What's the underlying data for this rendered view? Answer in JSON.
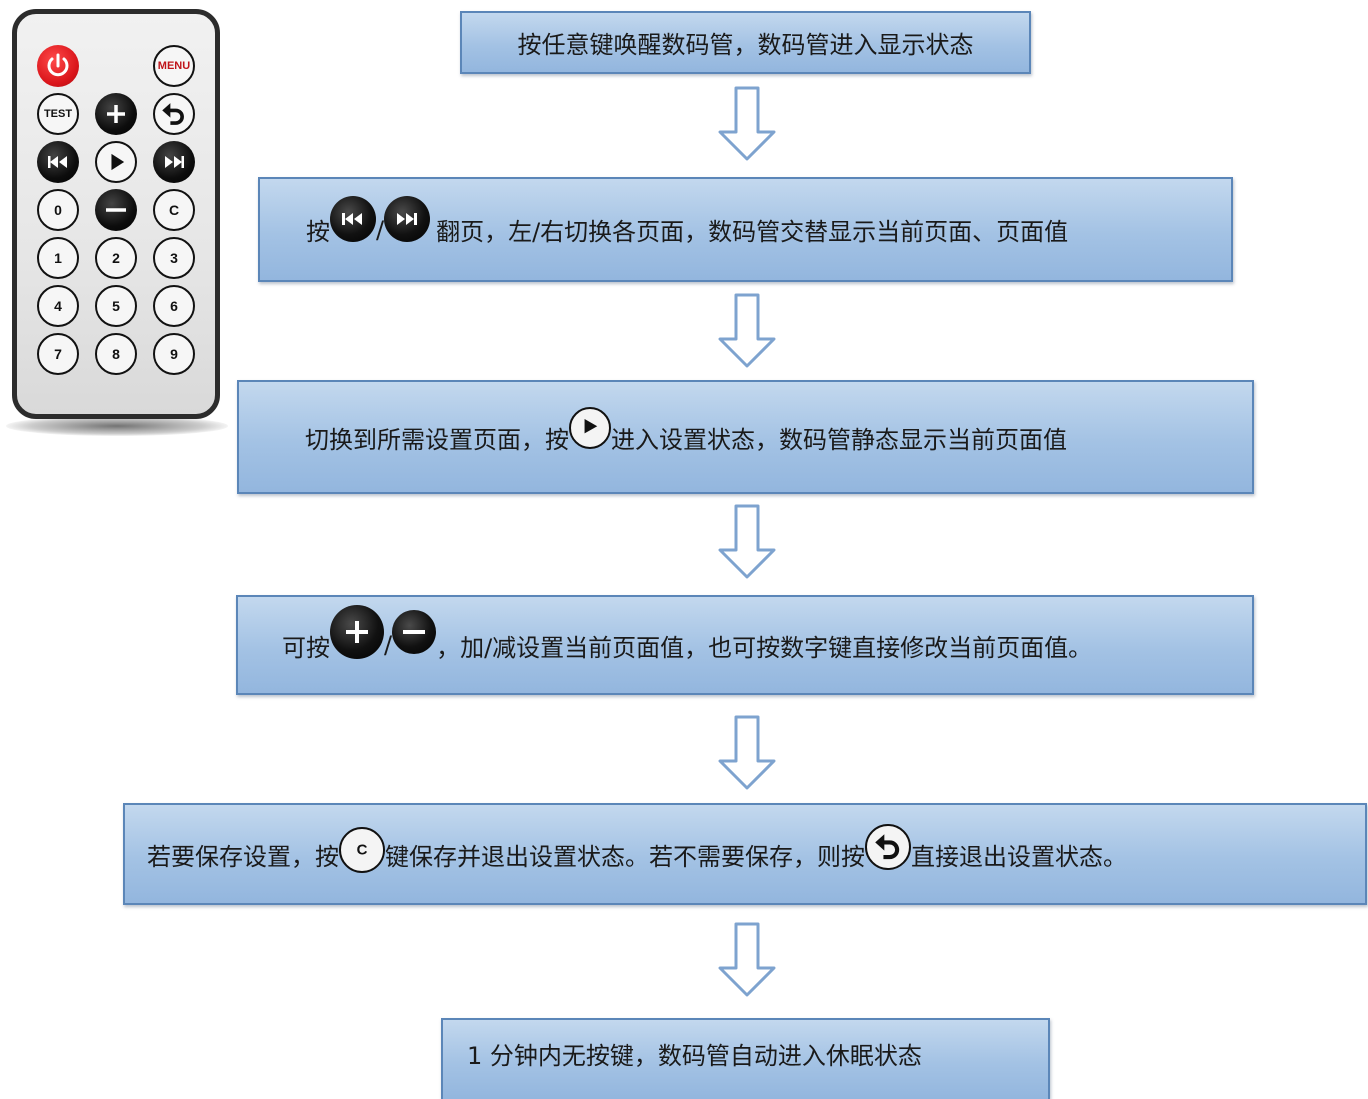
{
  "remote": {
    "buttons": [
      {
        "id": "power",
        "icon": "power-icon"
      },
      {
        "id": "menu",
        "label": "MENU"
      },
      {
        "id": "test",
        "label": "TEST"
      },
      {
        "id": "plus",
        "icon": "plus-icon"
      },
      {
        "id": "back",
        "icon": "return-arrow-icon"
      },
      {
        "id": "prev",
        "icon": "previous-page-icon"
      },
      {
        "id": "play",
        "icon": "play-icon"
      },
      {
        "id": "next",
        "icon": "next-page-icon"
      },
      {
        "id": "zero",
        "label": "0"
      },
      {
        "id": "minus",
        "icon": "minus-icon"
      },
      {
        "id": "c",
        "label": "C"
      },
      {
        "id": "one",
        "label": "1"
      },
      {
        "id": "two",
        "label": "2"
      },
      {
        "id": "three",
        "label": "3"
      },
      {
        "id": "four",
        "label": "4"
      },
      {
        "id": "five",
        "label": "5"
      },
      {
        "id": "six",
        "label": "6"
      },
      {
        "id": "seven",
        "label": "7"
      },
      {
        "id": "eight",
        "label": "8"
      },
      {
        "id": "nine",
        "label": "9"
      }
    ],
    "colors": {
      "power": "#d9141a",
      "body": "#e6e6e6",
      "frame": "#2c2c2c"
    }
  },
  "flow": {
    "step1": "按任意键唤醒数码管，数码管进入显示状态",
    "step2": {
      "pre": "按",
      "slash": "/",
      "post": " 翻页，左/右切换各页面，数码管交替显示当前页面、页面值"
    },
    "step3": {
      "pre": "切换到所需设置页面，按",
      "post": "进入设置状态，数码管静态显示当前页面值"
    },
    "step4": {
      "pre": "可按",
      "slash": "/",
      "post": "，加/减设置当前页面值，也可按数字键直接修改当前页面值。"
    },
    "step5": {
      "pre": "若要保存设置，按",
      "c_label": "C",
      "mid": "键保存并退出设置状态。若不需要保存，则按",
      "post": "直接退出设置状态。"
    },
    "step6": "1 分钟内无按键，数码管自动进入休眠状态",
    "colors": {
      "box_fill": "#a3c2e4",
      "box_border": "#5b86b8",
      "arrow": "#7ea3cf"
    }
  }
}
